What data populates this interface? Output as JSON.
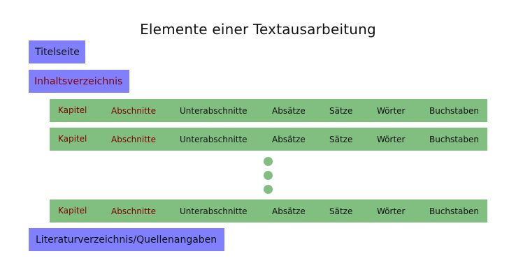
{
  "title": "Elemente einer Textausarbeitung",
  "top_boxes": [
    {
      "label": "Titelseite"
    },
    {
      "label": "Inhaltsverzeichnis"
    }
  ],
  "bottom_box": {
    "label": "Literaturverzeichnis/Quellenangaben"
  },
  "rows": [
    {
      "cells": [
        "Kapitel",
        "Abschnitte",
        "Unterabschnitte",
        "Absätze",
        "Sätze",
        "Wörter",
        "Buchstaben"
      ]
    },
    {
      "cells": [
        "Kapitel",
        "Abschnitte",
        "Unterabschnitte",
        "Absätze",
        "Sätze",
        "Wörter",
        "Buchstaben"
      ]
    },
    {
      "cells": [
        "Kapitel",
        "Abschnitte",
        "Unterabschnitte",
        "Absätze",
        "Sätze",
        "Wörter",
        "Buchstaben"
      ]
    }
  ],
  "colors": {
    "box_fill": "#8080ff",
    "row_fill": "#80bf80",
    "dark_red_text": "#800000",
    "black_text": "#111111"
  }
}
